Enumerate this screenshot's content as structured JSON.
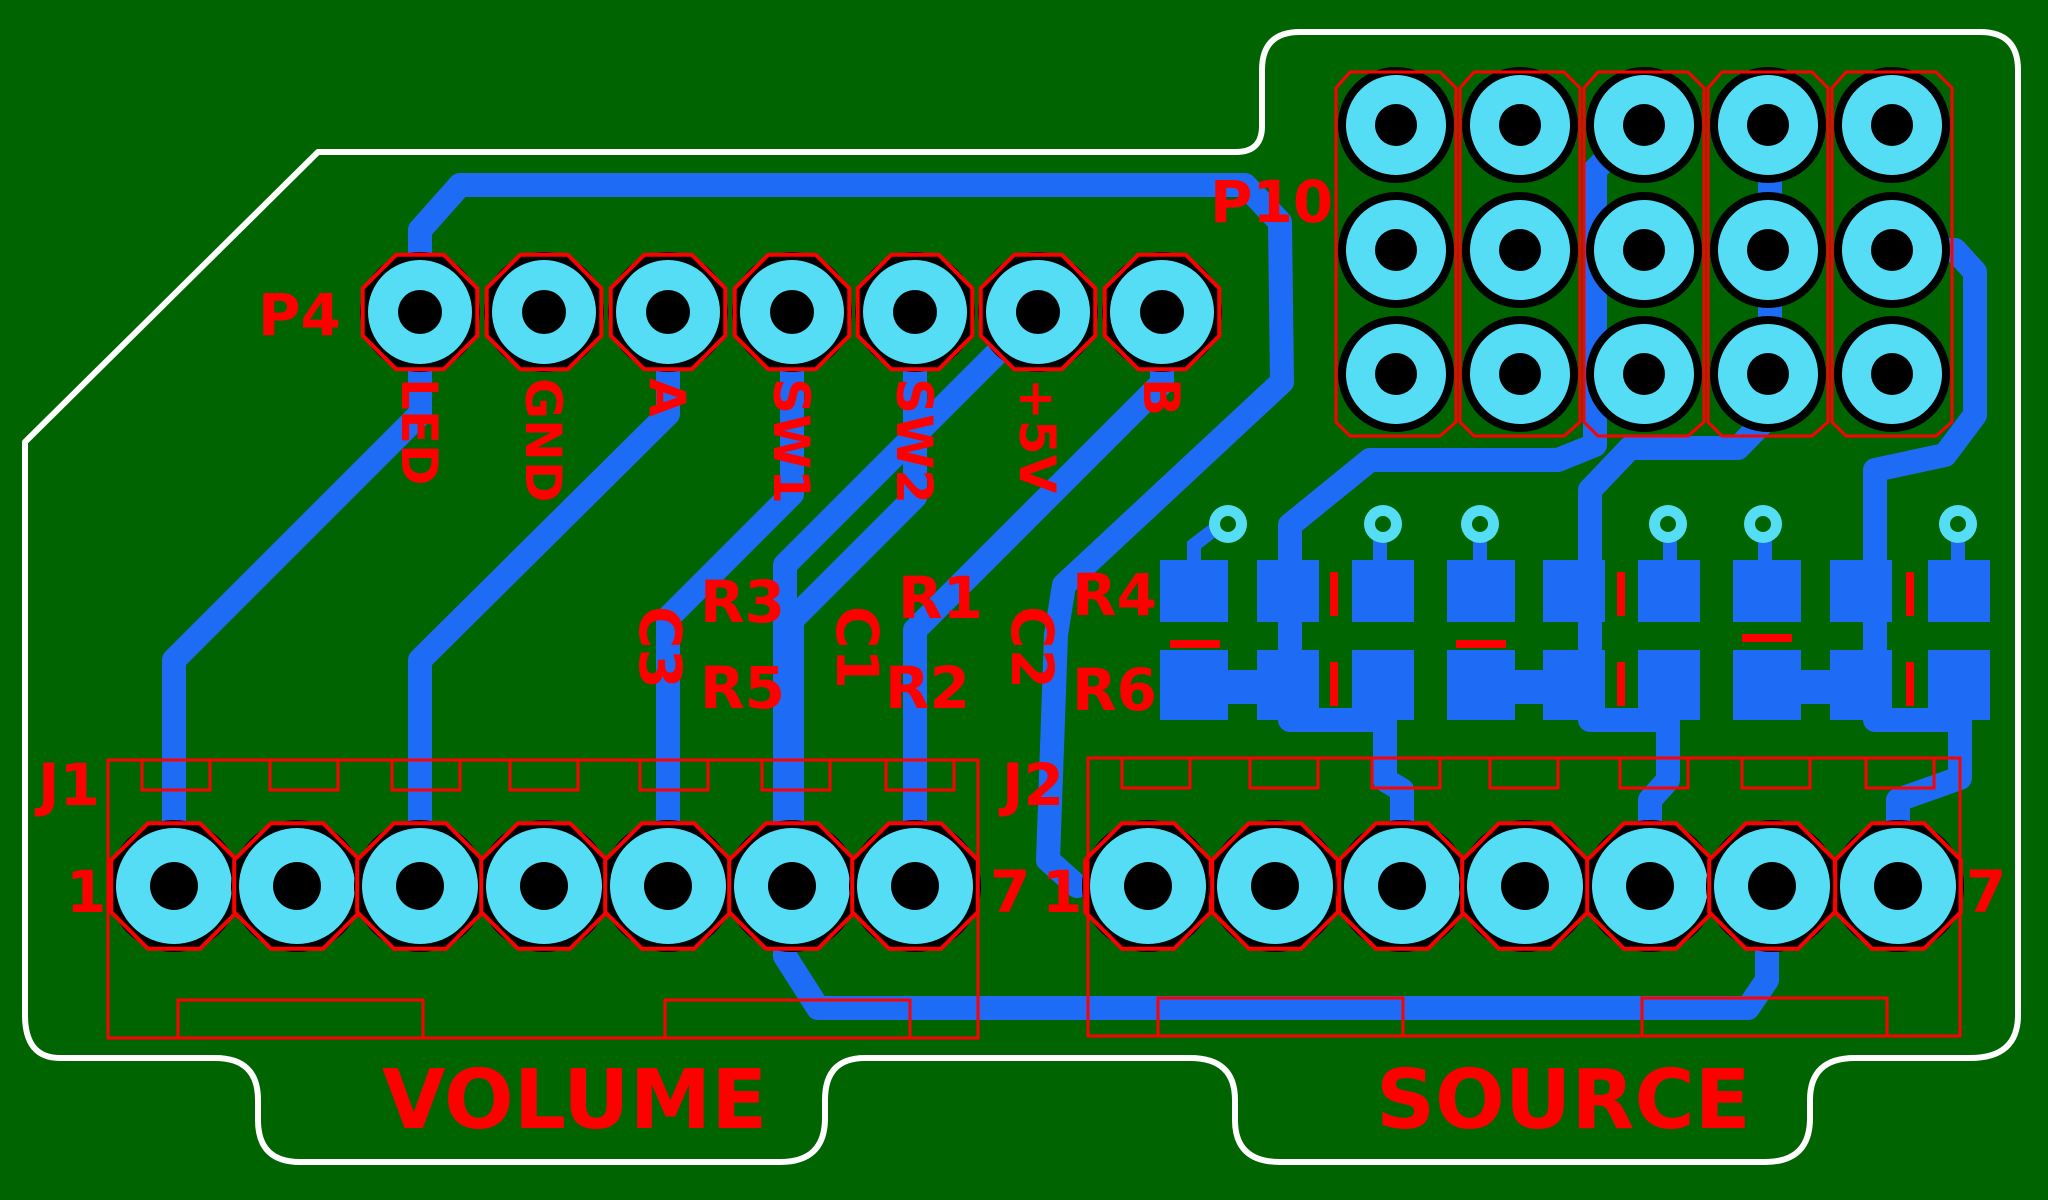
{
  "colors": {
    "background": "#006400",
    "outline": "#ffffff",
    "track": "#1e6cf5",
    "pad": "#55ddf5",
    "drill": "#000000",
    "silk": "#ff0000"
  },
  "header_p4": {
    "ref": "P4",
    "pins": [
      "LED",
      "GND",
      "A",
      "SW1",
      "SW2",
      "+5V",
      "B"
    ]
  },
  "header_p10": {
    "ref": "P10"
  },
  "j1": {
    "ref": "J1",
    "first_pin": "1",
    "last_pin": "7",
    "caption": "VOLUME"
  },
  "j2": {
    "ref": "J2",
    "first_pin": "1",
    "last_pin": "7",
    "caption": "SOURCE"
  },
  "component_labels": {
    "r1": "R1",
    "r2": "R2",
    "r3": "R3",
    "r4": "R4",
    "r5": "R5",
    "r6": "R6",
    "c1": "C1",
    "c2": "C2",
    "c3": "C3"
  }
}
